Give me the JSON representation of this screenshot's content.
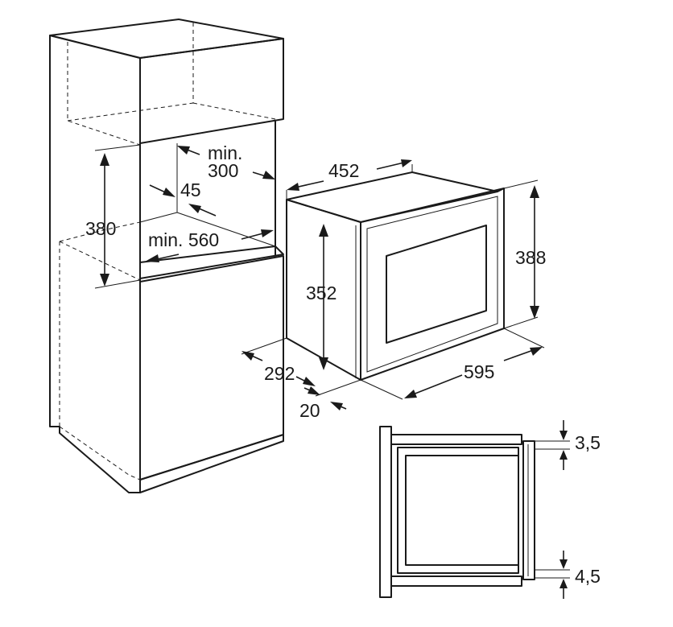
{
  "diagram": {
    "cabinet": {
      "min_depth_word": "min.",
      "min_depth_value": "300",
      "gap": "45",
      "niche_height": "380",
      "min_width": "min. 560"
    },
    "appliance": {
      "depth_top": "452",
      "body_height": "352",
      "front_height": "388",
      "body_depth": "292",
      "front_thickness": "20",
      "front_width": "595"
    },
    "detail": {
      "top_gap": "3,5",
      "bottom_gap": "4,5"
    }
  }
}
